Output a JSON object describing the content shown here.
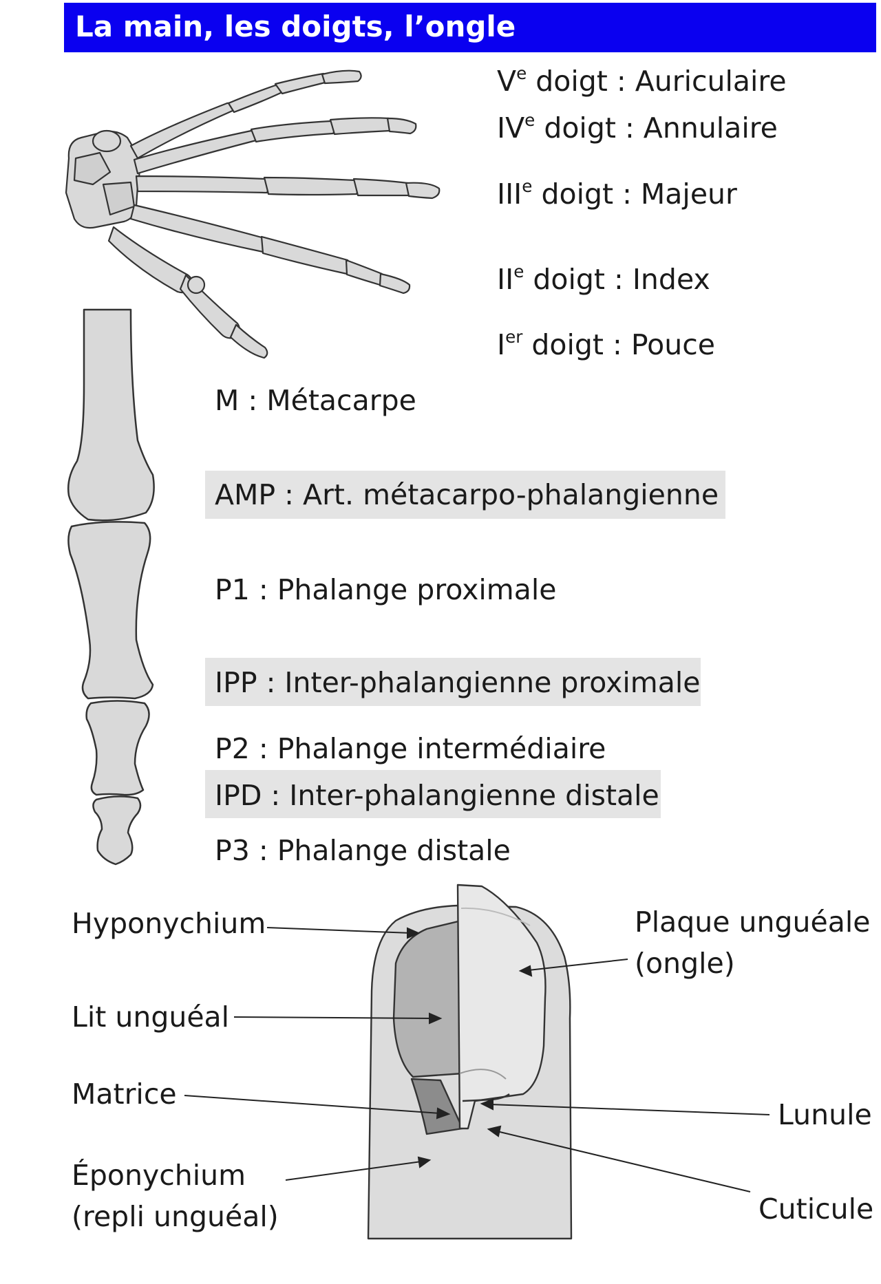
{
  "title": "La main, les doigts, l’ongle",
  "colors": {
    "title_bg": "#0a00f0",
    "title_text": "#ffffff",
    "bone": "#d9d9d9",
    "highlight": "#e4e4e4",
    "skin": "#dcdcdc",
    "nail_bed": "#b3b3b3",
    "nail_plate": "#e8e8e8"
  },
  "fingers": [
    {
      "numeral": "V",
      "sup": "e",
      "rest": " doigt : Auriculaire"
    },
    {
      "numeral": "IV",
      "sup": "e",
      "rest": " doigt : Annulaire"
    },
    {
      "numeral": "III",
      "sup": "e",
      "rest": " doigt : Majeur"
    },
    {
      "numeral": "II",
      "sup": "e",
      "rest": " doigt : Index"
    },
    {
      "numeral": "I",
      "sup": "er",
      "rest": " doigt : Pouce"
    }
  ],
  "bones": {
    "m": "M : Métacarpe",
    "amp": "AMP : Art. métacarpo-phalangienne",
    "p1": "P1 : Phalange proximale",
    "ipp": "IPP : Inter-phalangienne proximale",
    "p2": "P2 : Phalange intermédiaire",
    "ipd": "IPD : Inter-phalangienne distale",
    "p3": "P3 : Phalange distale"
  },
  "nail": {
    "hyponychium": "Hyponychium",
    "lit": "Lit unguéal",
    "matrice": "Matrice",
    "eponychium_1": "Éponychium",
    "eponychium_2": "(repli unguéal)",
    "plaque_1": "Plaque unguéale",
    "plaque_2": "(ongle)",
    "lunule": "Lunule",
    "cuticule": "Cuticule"
  }
}
